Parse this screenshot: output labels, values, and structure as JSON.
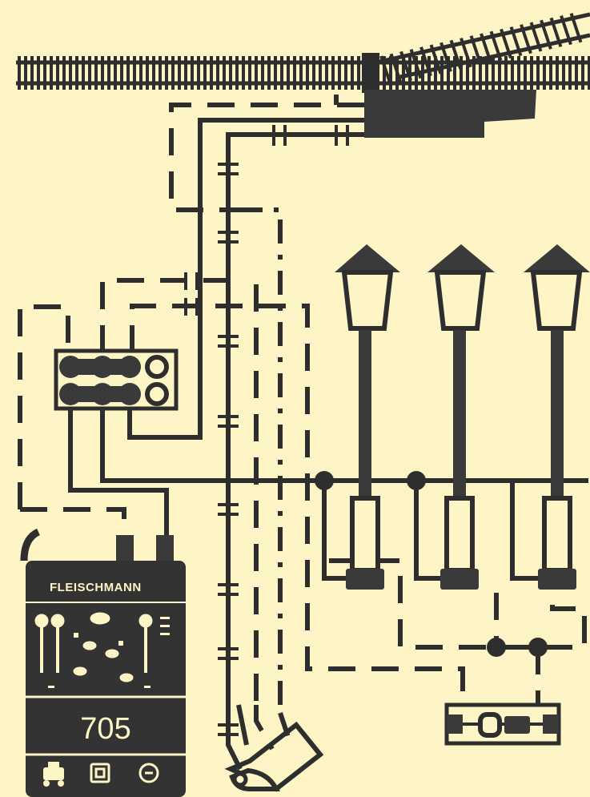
{
  "diagram": {
    "components": {
      "track": "track-with-switch",
      "lamps": [
        "lamp",
        "lamp",
        "lamp"
      ],
      "distribution_block": "terminal-block",
      "transformer": "transformer",
      "switch_unit": "switch-unit"
    },
    "transformer": {
      "brand_label": "FLEISCHMANN",
      "model_number": "705"
    },
    "colors": {
      "background": "#fdf5c5",
      "ink": "#2e2e2e"
    }
  }
}
